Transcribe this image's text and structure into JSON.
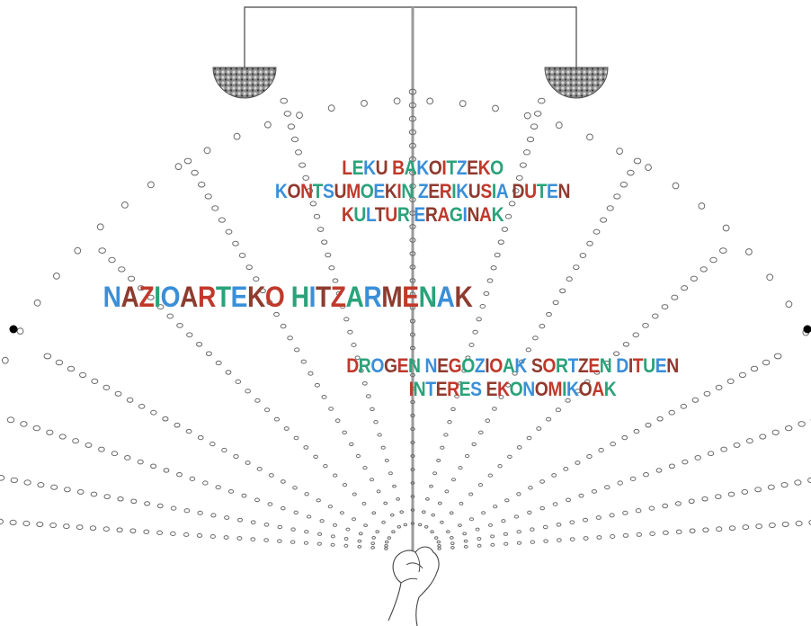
{
  "labels": {
    "top": [
      "LEKU BAKOITZEKO",
      "KONTSUMOEKIN ZERIKUSIA DUTEN",
      "KULTUR ERAGINAK"
    ],
    "left": [
      "NAZIOARTEKO HITZARMENAK"
    ],
    "bottom": [
      "DROGEN NEGOZIOAK SORTZEN DITUEN",
      "INTERES EKONOMIKOAK"
    ]
  },
  "colors": {
    "palette": [
      "#c0392b",
      "#7b3fa0",
      "#1f6fb2",
      "#2aa37a",
      "#e05a3a",
      "#9b2a6e",
      "#3a8fd8",
      "#4caf50",
      "#d24d8c",
      "#8e3b2f",
      "#2d5fa8",
      "#c44f20"
    ],
    "line": "#444444",
    "bowl": "#555555"
  },
  "icons": {
    "balance": "balance-scale",
    "hand": "hand-icon"
  }
}
